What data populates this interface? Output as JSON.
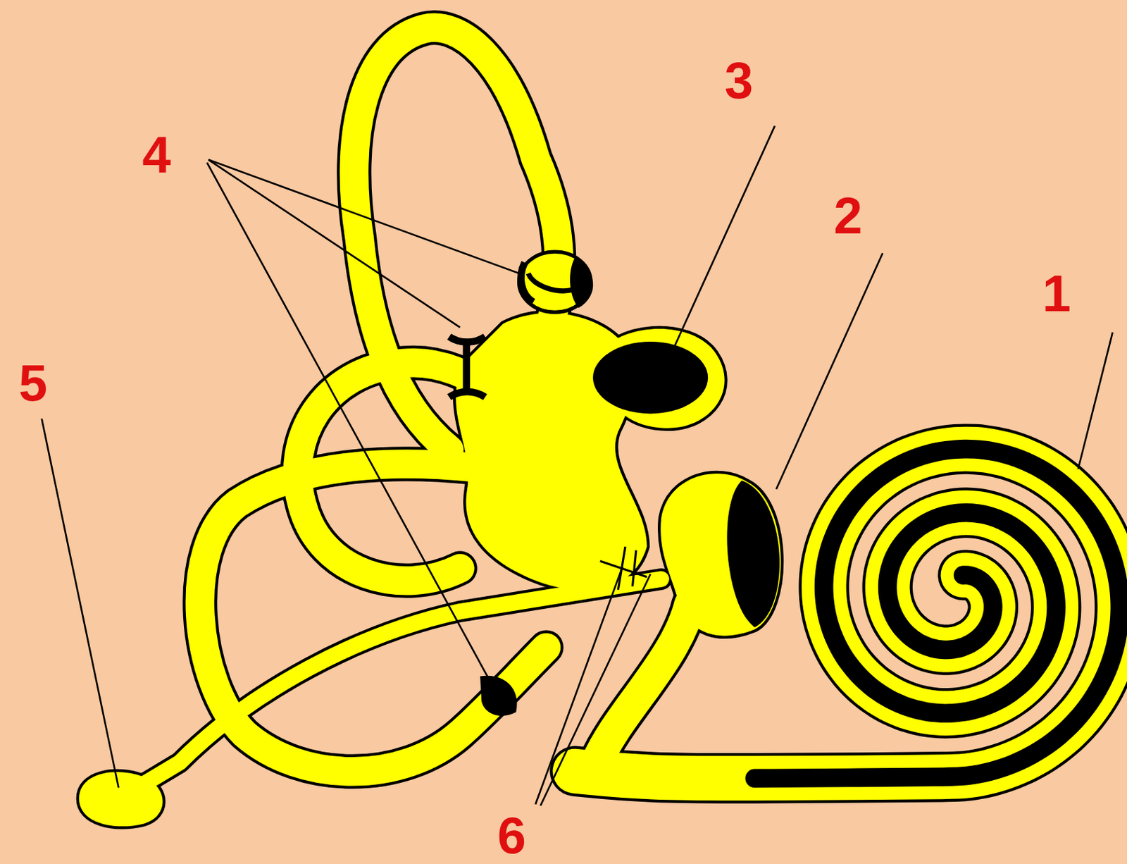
{
  "diagram": {
    "labels": [
      "4",
      "3",
      "2",
      "1",
      "5",
      "6"
    ]
  }
}
